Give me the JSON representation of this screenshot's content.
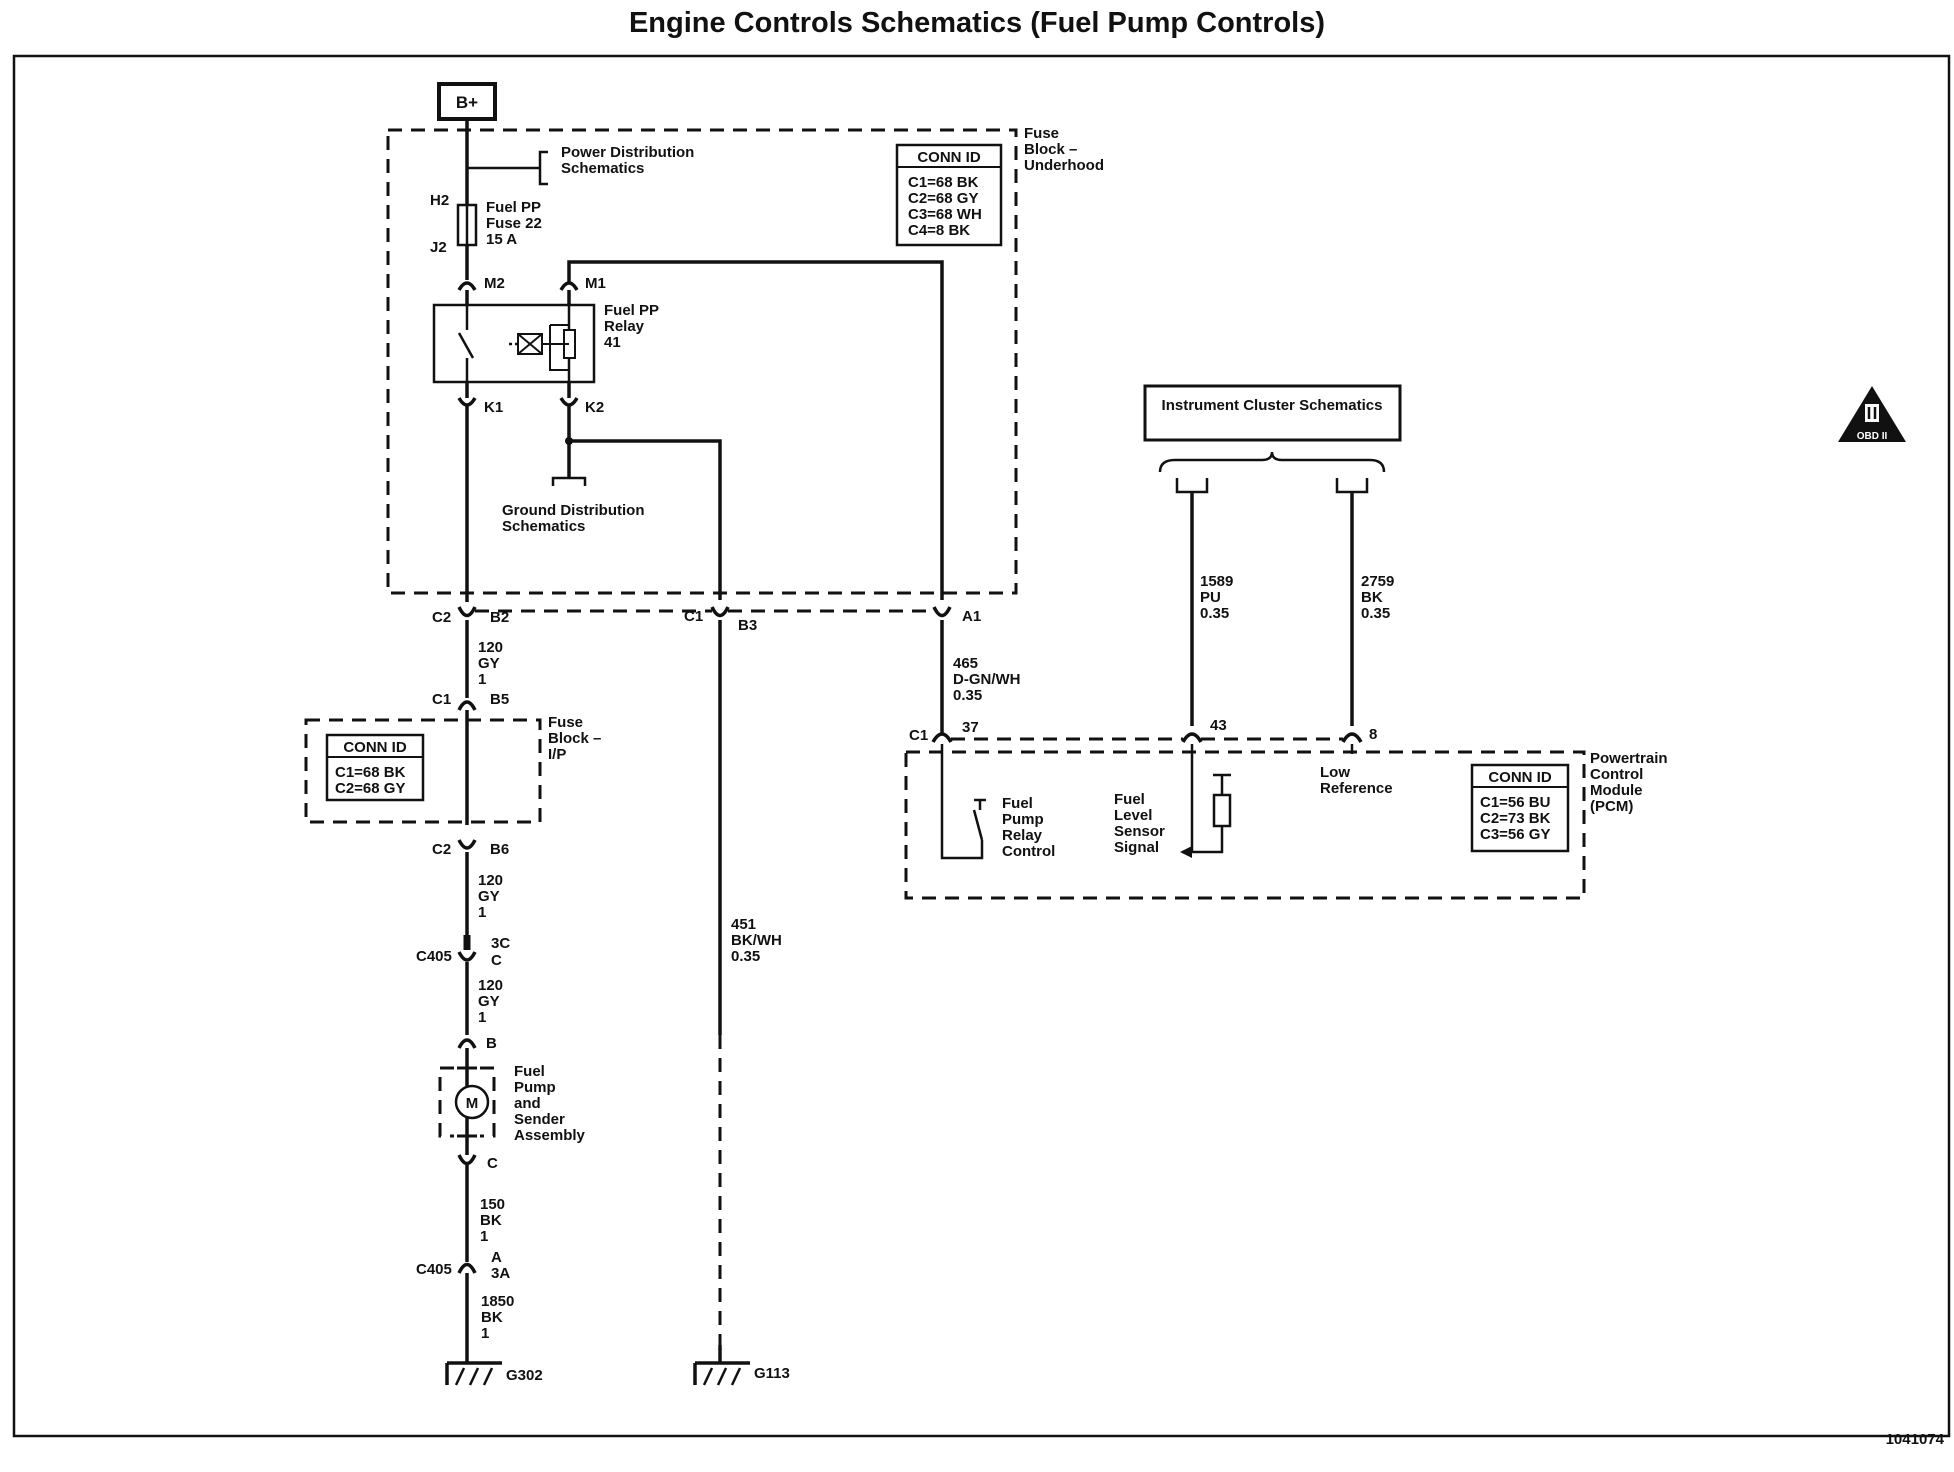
{
  "title": "Engine Controls Schematics (Fuel Pump Controls)",
  "doc_number": "1041074",
  "battery": "B+",
  "power_dist": [
    "Power Distribution",
    "Schematics"
  ],
  "fuse": {
    "top_pin": "H2",
    "bottom_pin": "J2",
    "label": [
      "Fuel PP",
      "Fuse 22",
      "15 A"
    ]
  },
  "relay": {
    "label": [
      "Fuel PP",
      "Relay",
      "41"
    ],
    "pins": {
      "m2": "M2",
      "m1": "M1",
      "k1": "K1",
      "k2": "K2"
    }
  },
  "ground_dist": [
    "Ground Distribution",
    "Schematics"
  ],
  "fuse_block_underhood": {
    "label": [
      "Fuse",
      "Block –",
      "Underhood"
    ],
    "conn_id_title": "CONN ID",
    "conn_id": [
      "C1=68 BK",
      "C2=68 GY",
      "C3=68 WH",
      "C4=8 BK"
    ]
  },
  "fuse_block_ip": {
    "label": [
      "Fuse",
      "Block –",
      "I/P"
    ],
    "conn_id_title": "CONN ID",
    "conn_id": [
      "C1=68 BK",
      "C2=68 GY"
    ]
  },
  "connectors": {
    "c2b2": [
      "C2",
      "B2"
    ],
    "c1b3": [
      "C1",
      "B3"
    ],
    "a1": "A1",
    "c1b5": [
      "C1",
      "B5"
    ],
    "c2b6": [
      "C2",
      "B6"
    ],
    "c405_top": [
      "C405",
      "3C",
      "C"
    ],
    "pump_b": "B",
    "pump_c": "C",
    "c405_bot": [
      "C405",
      "A",
      "3A"
    ],
    "pcm_c1": "C1",
    "pin37": "37",
    "pin43": "43",
    "pin8": "8"
  },
  "wires": {
    "w120_a": [
      "120",
      "GY",
      "1"
    ],
    "w120_b": [
      "120",
      "GY",
      "1"
    ],
    "w120_c": [
      "120",
      "GY",
      "1"
    ],
    "w150": [
      "150",
      "BK",
      "1"
    ],
    "w1850": [
      "1850",
      "BK",
      "1"
    ],
    "w451": [
      "451",
      "BK/WH",
      "0.35"
    ],
    "w465": [
      "465",
      "D-GN/WH",
      "0.35"
    ],
    "w1589": [
      "1589",
      "PU",
      "0.35"
    ],
    "w2759": [
      "2759",
      "BK",
      "0.35"
    ]
  },
  "pump": {
    "motor": "M",
    "label": [
      "Fuel",
      "Pump",
      "and",
      "Sender",
      "Assembly"
    ]
  },
  "grounds": {
    "g302": "G302",
    "g113": "G113"
  },
  "instrument_cluster": "Instrument Cluster Schematics",
  "pcm": {
    "label": [
      "Powertrain",
      "Control",
      "Module",
      "(PCM)"
    ],
    "conn_id_title": "CONN ID",
    "conn_id": [
      "C1=56 BU",
      "C2=73 BK",
      "C3=56 GY"
    ],
    "relay_control": [
      "Fuel",
      "Pump",
      "Relay",
      "Control"
    ],
    "level_signal": [
      "Fuel",
      "Level",
      "Sensor",
      "Signal"
    ],
    "low_ref": [
      "Low",
      "Reference"
    ]
  },
  "obd_badge": "OBD II"
}
